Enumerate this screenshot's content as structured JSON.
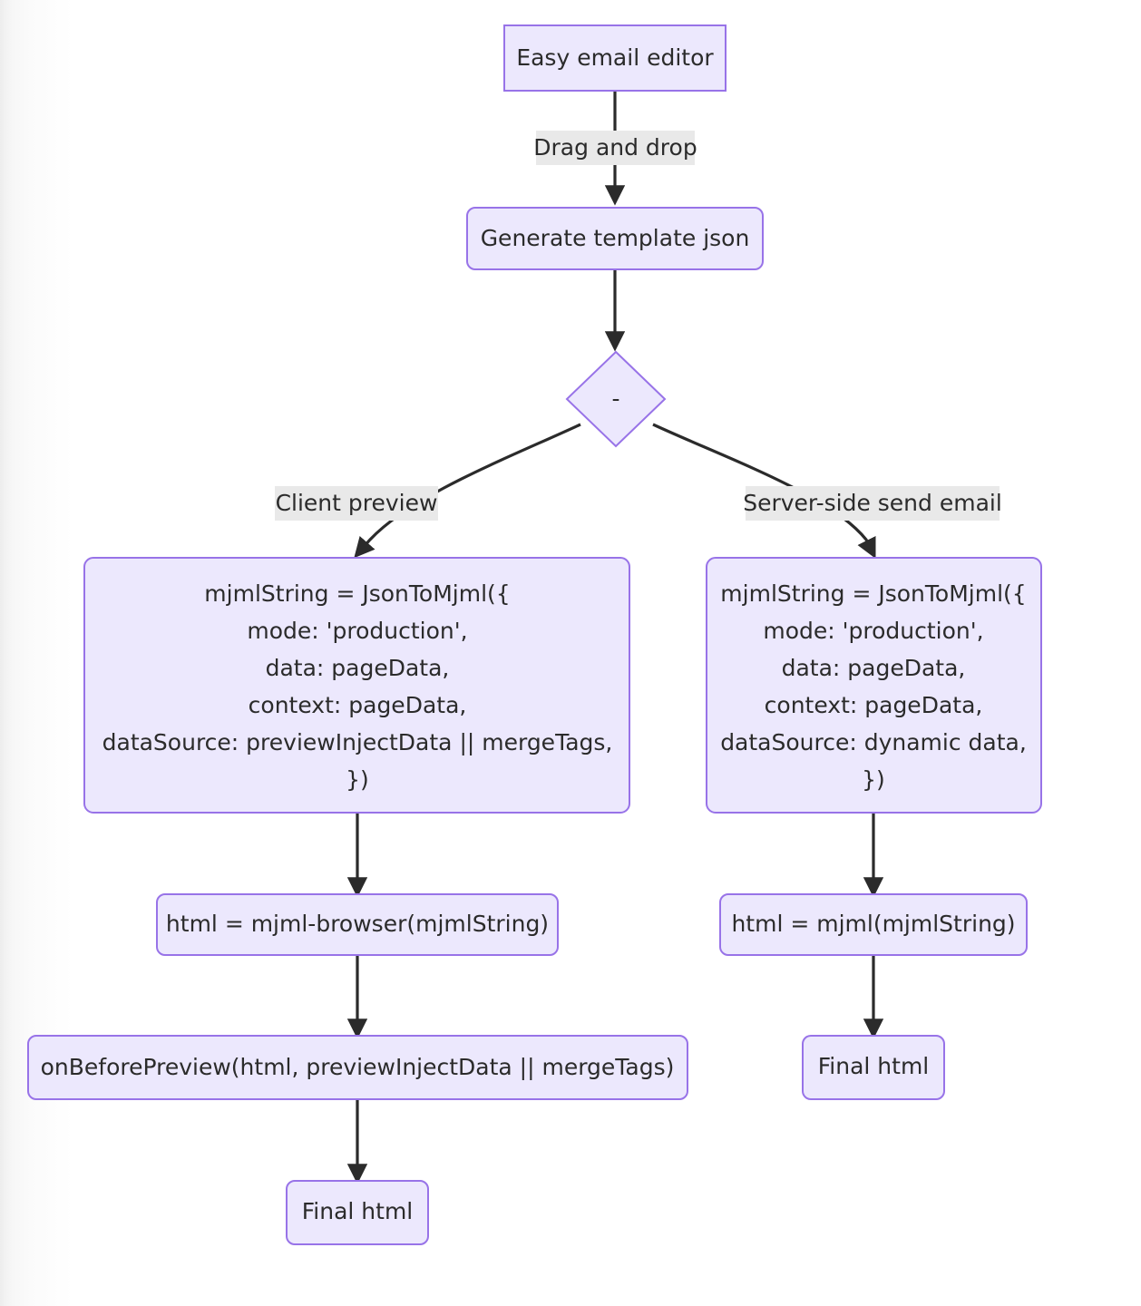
{
  "diagram": {
    "type": "flowchart",
    "direction": "top-down",
    "theme": {
      "node_fill": "#ece8fd",
      "node_stroke": "#9873e8",
      "edge_stroke": "#2b2b2b",
      "edge_label_bg": "#e9e9e9",
      "text_color": "#2b2b2b",
      "background": "#ffffff"
    },
    "nodes": [
      {
        "id": "start",
        "shape": "rect-sharp",
        "label": "Easy email editor"
      },
      {
        "id": "generate",
        "shape": "rect-rounded",
        "label": "Generate template json"
      },
      {
        "id": "decision",
        "shape": "diamond",
        "label": "-"
      },
      {
        "id": "client-code",
        "shape": "rect-rounded",
        "lines": [
          "mjmlString = JsonToMjml({",
          "mode: 'production',",
          "data: pageData,",
          "context: pageData,",
          "dataSource: previewInjectData || mergeTags,",
          "})"
        ]
      },
      {
        "id": "server-code",
        "shape": "rect-rounded",
        "lines": [
          "mjmlString = JsonToMjml({",
          "mode: 'production',",
          "data: pageData,",
          "context: pageData,",
          "dataSource: dynamic data,",
          "})"
        ]
      },
      {
        "id": "client-html",
        "shape": "rect-rounded",
        "label": "html = mjml-browser(mjmlString)"
      },
      {
        "id": "server-html",
        "shape": "rect-rounded",
        "label": "html = mjml(mjmlString)"
      },
      {
        "id": "on-before",
        "shape": "rect-rounded",
        "label": "onBeforePreview(html, previewInjectData || mergeTags)"
      },
      {
        "id": "client-final",
        "shape": "rect-rounded",
        "label": "Final html"
      },
      {
        "id": "server-final",
        "shape": "rect-rounded",
        "label": "Final html"
      }
    ],
    "edges": [
      {
        "from": "start",
        "to": "generate",
        "label": "Drag and drop"
      },
      {
        "from": "generate",
        "to": "decision",
        "label": ""
      },
      {
        "from": "decision",
        "to": "client-code",
        "label": "Client preview"
      },
      {
        "from": "decision",
        "to": "server-code",
        "label": "Server-side send email"
      },
      {
        "from": "client-code",
        "to": "client-html",
        "label": ""
      },
      {
        "from": "client-html",
        "to": "on-before",
        "label": ""
      },
      {
        "from": "on-before",
        "to": "client-final",
        "label": ""
      },
      {
        "from": "server-code",
        "to": "server-html",
        "label": ""
      },
      {
        "from": "server-html",
        "to": "server-final",
        "label": ""
      }
    ]
  }
}
